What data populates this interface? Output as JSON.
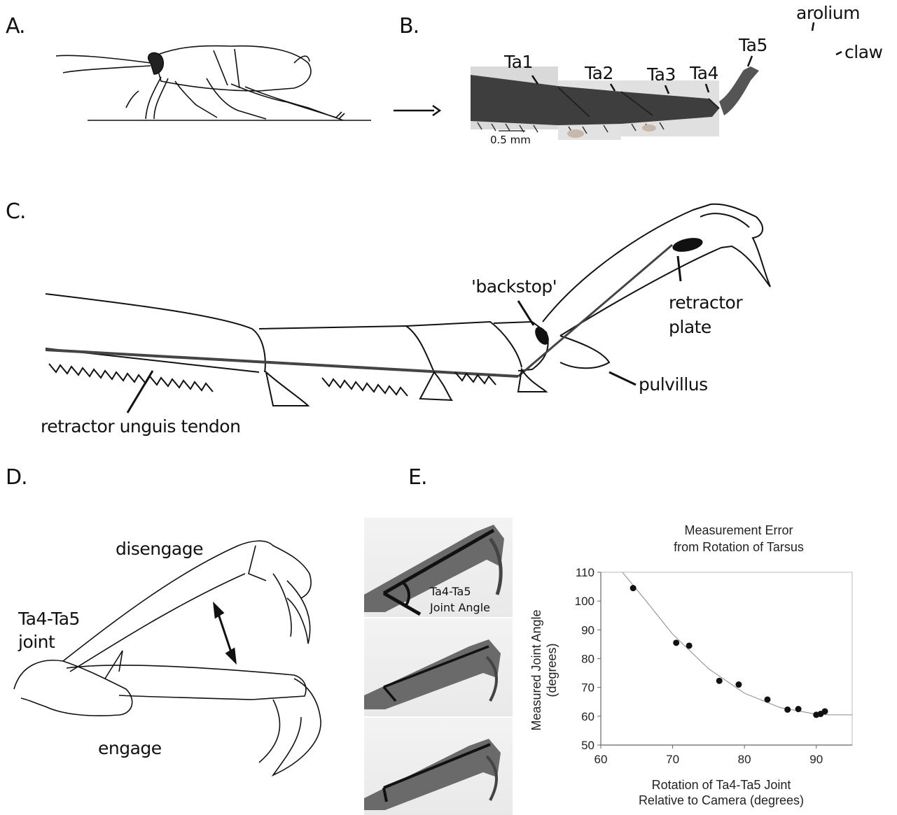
{
  "panels": {
    "a": "A.",
    "b": "B.",
    "c": "C.",
    "d": "D.",
    "e": "E."
  },
  "panel_b": {
    "segments": [
      "Ta1",
      "Ta2",
      "Ta3",
      "Ta4",
      "Ta5"
    ],
    "arolium": "arolium",
    "claw": "claw",
    "scale_bar": "0.5 mm"
  },
  "panel_c": {
    "backstop": "'backstop'",
    "retractor_plate_line1": "retractor",
    "retractor_plate_line2": "plate",
    "pulvillus": "pulvillus",
    "tendon": "retractor unguis tendon"
  },
  "panel_d": {
    "disengage": "disengage",
    "joint_line1": "Ta4-Ta5",
    "joint_line2": "joint",
    "engage": "engage"
  },
  "panel_e": {
    "angle_label_line1": "Ta4-Ta5",
    "angle_label_line2": "Joint Angle"
  },
  "chart_data": {
    "type": "scatter",
    "title": [
      "Measurement Error",
      "from Rotation of Tarsus"
    ],
    "xlabel": [
      "Rotation of Ta4-Ta5 Joint",
      "Relative to Camera (degrees)"
    ],
    "ylabel": [
      "Measured Joint Angle",
      "(degrees)"
    ],
    "xlim": [
      60,
      95
    ],
    "ylim": [
      50,
      110
    ],
    "xticks": [
      60,
      70,
      80,
      90
    ],
    "yticks": [
      50,
      60,
      70,
      80,
      90,
      100,
      110
    ],
    "grid": false,
    "points": [
      {
        "x": 64.5,
        "y": 104.5
      },
      {
        "x": 70.5,
        "y": 85.5
      },
      {
        "x": 72.3,
        "y": 84.5
      },
      {
        "x": 76.5,
        "y": 72.3
      },
      {
        "x": 79.2,
        "y": 71.0
      },
      {
        "x": 83.2,
        "y": 65.8
      },
      {
        "x": 86.0,
        "y": 62.3
      },
      {
        "x": 87.5,
        "y": 62.5
      },
      {
        "x": 90.0,
        "y": 60.5
      },
      {
        "x": 90.6,
        "y": 60.8
      },
      {
        "x": 91.2,
        "y": 61.7
      }
    ],
    "fit_line": [
      {
        "x": 63.0,
        "y": 110.0
      },
      {
        "x": 66.0,
        "y": 101.0
      },
      {
        "x": 70.0,
        "y": 88.5
      },
      {
        "x": 75.0,
        "y": 76.5
      },
      {
        "x": 80.0,
        "y": 68.0
      },
      {
        "x": 85.0,
        "y": 63.0
      },
      {
        "x": 90.0,
        "y": 60.7
      },
      {
        "x": 92.0,
        "y": 60.5
      },
      {
        "x": 95.0,
        "y": 60.5
      }
    ]
  }
}
